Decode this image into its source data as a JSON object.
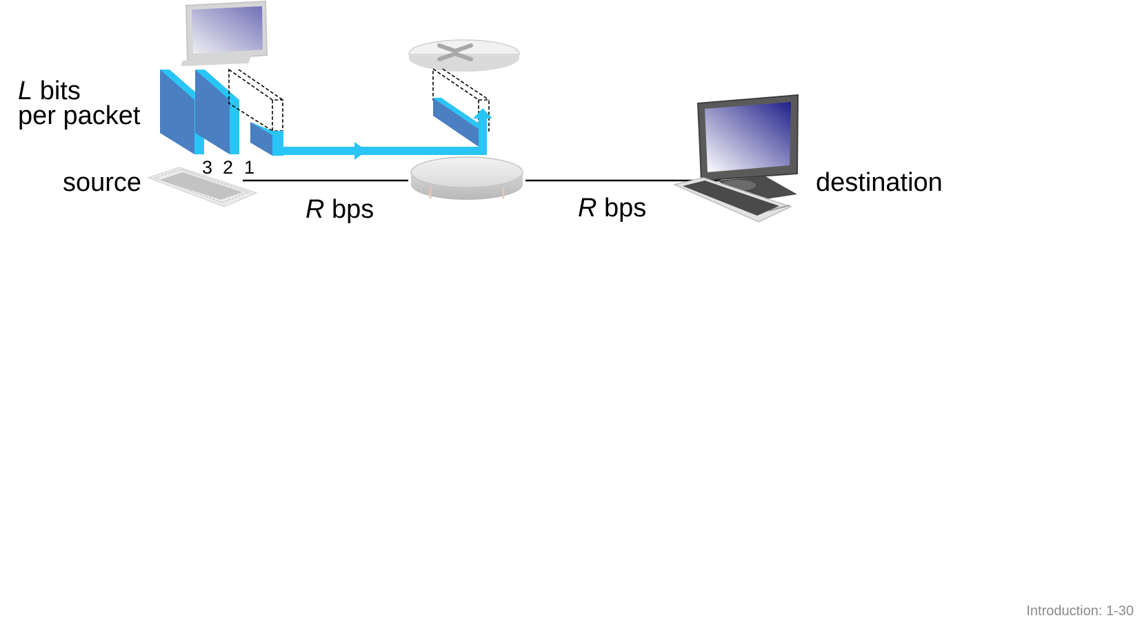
{
  "labels": {
    "l_var": "L",
    "bits": "bits",
    "per_packet": "per packet",
    "source": "source",
    "destination": "destination",
    "link1_var": "R",
    "link1_unit": "bps",
    "link2_var": "R",
    "link2_unit": "bps"
  },
  "packets": [
    {
      "number": "3"
    },
    {
      "number": "2"
    },
    {
      "number": "1"
    }
  ],
  "footer": "Introduction: 1-30",
  "colors": {
    "packet_face": "#4a7fc1",
    "packet_edge": "#29c5f6",
    "signal": "#29c5f6",
    "screen_top": "#20208a",
    "screen_bottom": "#ffffff",
    "link_line": "#000000",
    "footer_text": "#8a8a8a"
  },
  "icons": [
    "source-computer-icon",
    "router-icon",
    "destination-computer-icon",
    "keyboard-icon"
  ]
}
